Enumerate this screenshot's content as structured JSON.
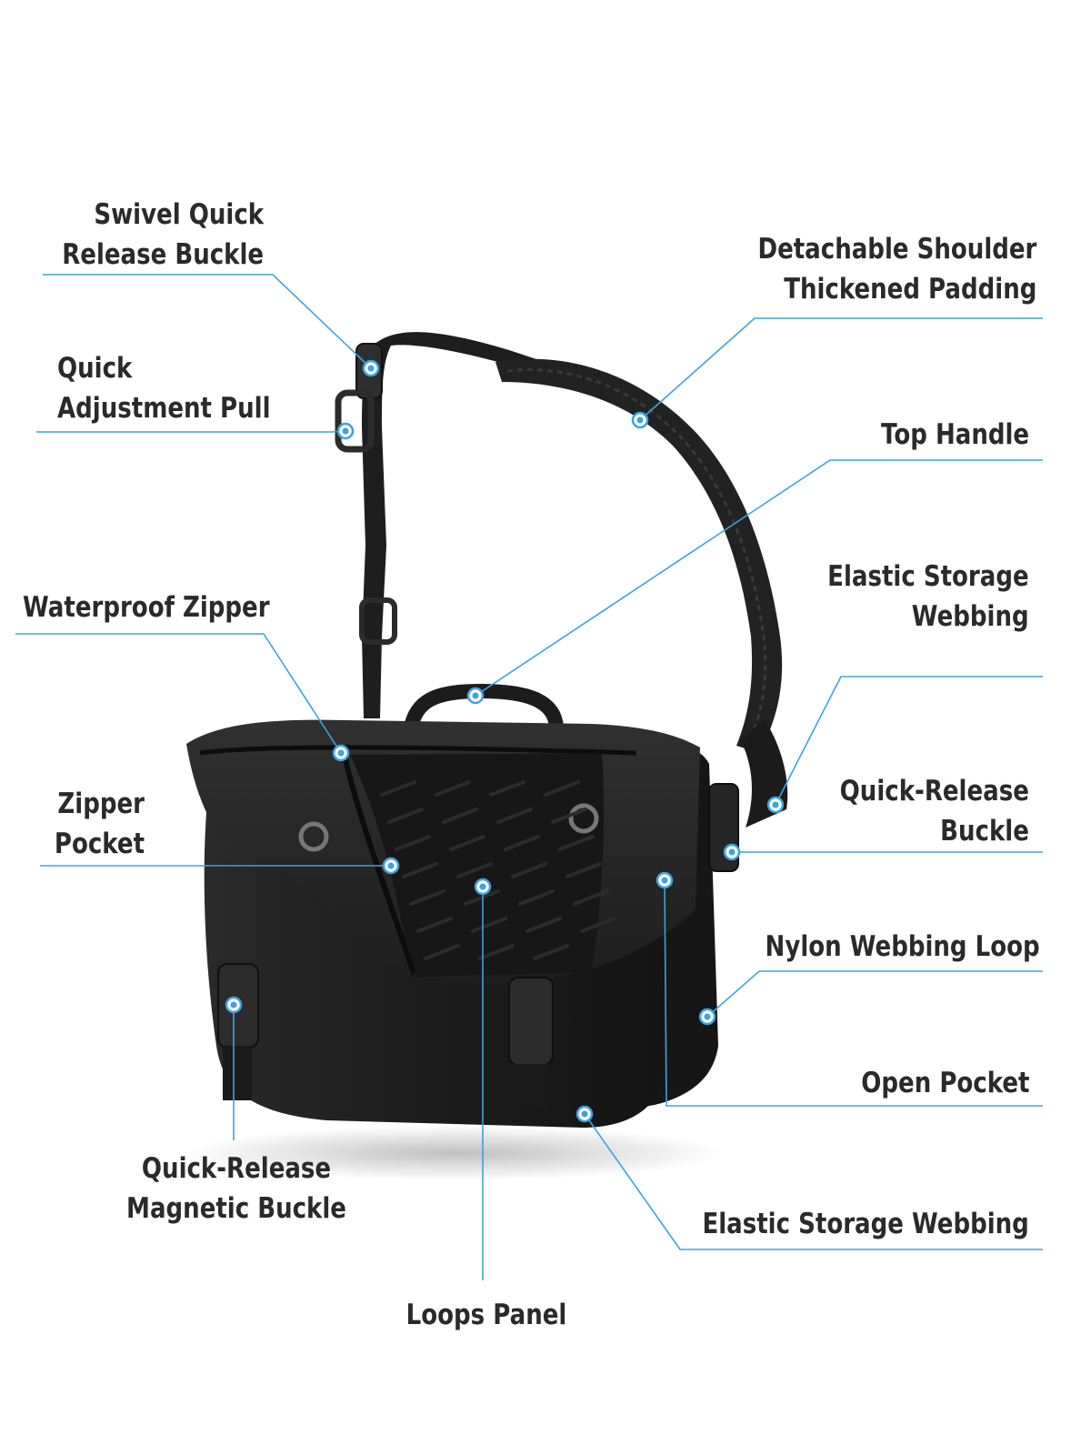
{
  "accent_color": "#3aa3e3",
  "bag_color": "#1f1f1f",
  "callouts": [
    {
      "lines": [
        "Swivel Quick",
        "Release Buckle"
      ]
    },
    {
      "lines": [
        "Quick",
        "Adjustment Pull"
      ]
    },
    {
      "lines": [
        "Waterproof Zipper"
      ]
    },
    {
      "lines": [
        "Zipper",
        "Pocket"
      ]
    },
    {
      "lines": [
        "Quick-Release",
        "Magnetic Buckle"
      ]
    },
    {
      "lines": [
        "Loops Panel"
      ]
    },
    {
      "lines": [
        "Detachable Shoulder",
        "Thickened Padding"
      ]
    },
    {
      "lines": [
        "Top Handle"
      ]
    },
    {
      "lines": [
        "Elastic Storage",
        "Webbing"
      ]
    },
    {
      "lines": [
        "Quick-Release",
        "Buckle"
      ]
    },
    {
      "lines": [
        "Nylon Webbing Loop"
      ]
    },
    {
      "lines": [
        "Open Pocket"
      ]
    },
    {
      "lines": [
        "Elastic Storage Webbing"
      ]
    }
  ]
}
